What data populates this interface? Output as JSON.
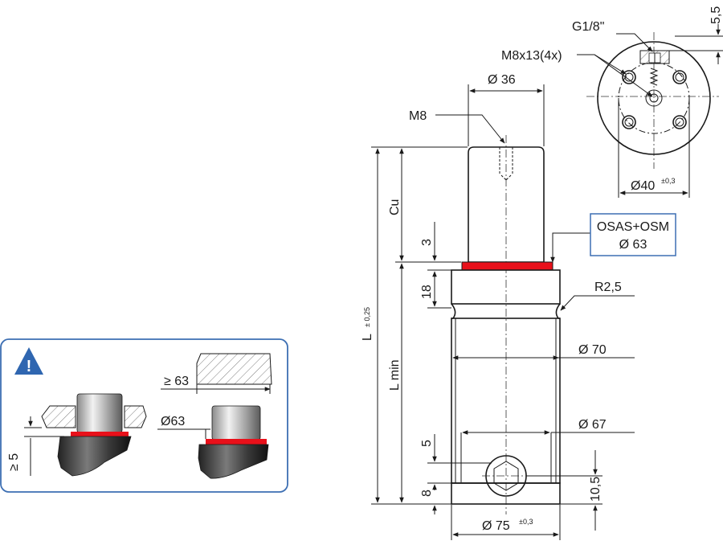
{
  "main_view": {
    "dia_36": "Ø 36",
    "thread_m8": "M8",
    "cu": "Cu",
    "dim_3": "3",
    "dim_18": "18",
    "r25": "R2,5",
    "dia_70": "Ø 70",
    "dia_67": "Ø 67",
    "l": "L",
    "l_tol": "± 0,25",
    "l_min": "L min",
    "dim_5": "5",
    "dim_8": "8",
    "dim_105": "10,5",
    "dia_75": "Ø 75",
    "dia_75_tol": "±0,3",
    "callout_line1": "OSAS+OSM",
    "callout_line2": "Ø 63"
  },
  "top_view": {
    "g18": "G1/8\"",
    "m8x13": "M8x13(4x)",
    "dim_55": "5,5",
    "dia_40": "Ø40",
    "dia_40_tol": "±0,3"
  },
  "warning_panel": {
    "warning_icon_glyph": "!",
    "ge63": "≥ 63",
    "dia63": "Ø63",
    "ge5": "≥ 5"
  },
  "colors": {
    "accent_red": "#e8101a",
    "panel_border": "#3d6fb3",
    "warning_blue": "#2f66b0"
  }
}
